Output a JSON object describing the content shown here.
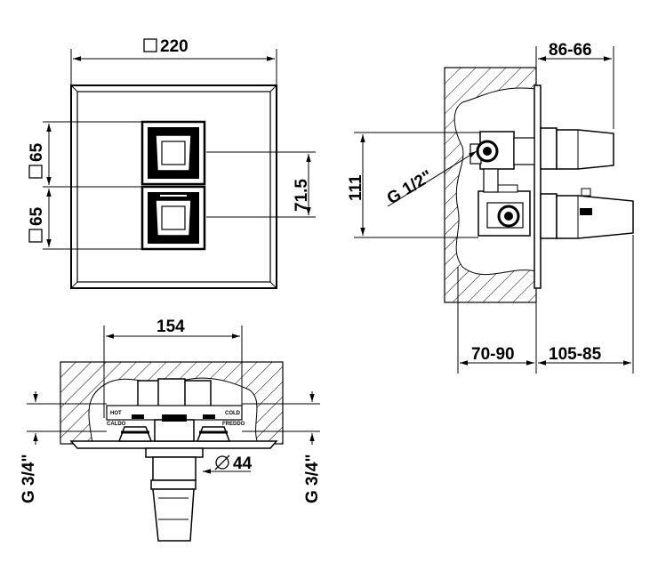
{
  "front_view": {
    "width_dim": "220",
    "upper_knob_dim": "65",
    "lower_knob_dim": "65",
    "knob_spacing_dim": "71.5"
  },
  "side_view": {
    "top_depth_dim": "86-66",
    "inlet_spacing_dim": "111",
    "thread_dim": "G 1/2\"",
    "wall_depth_dim": "70-90",
    "projection_dim": "105-85"
  },
  "bottom_view": {
    "width_dim": "154",
    "spout_diameter_dim": "44",
    "left_thread_dim": "G 3/4\"",
    "right_thread_dim": "G 3/4\"",
    "hot_label_line1": "HOT",
    "hot_label_line2": "CALDO",
    "cold_label_line1": "COLD",
    "cold_label_line2": "FREDDO"
  }
}
